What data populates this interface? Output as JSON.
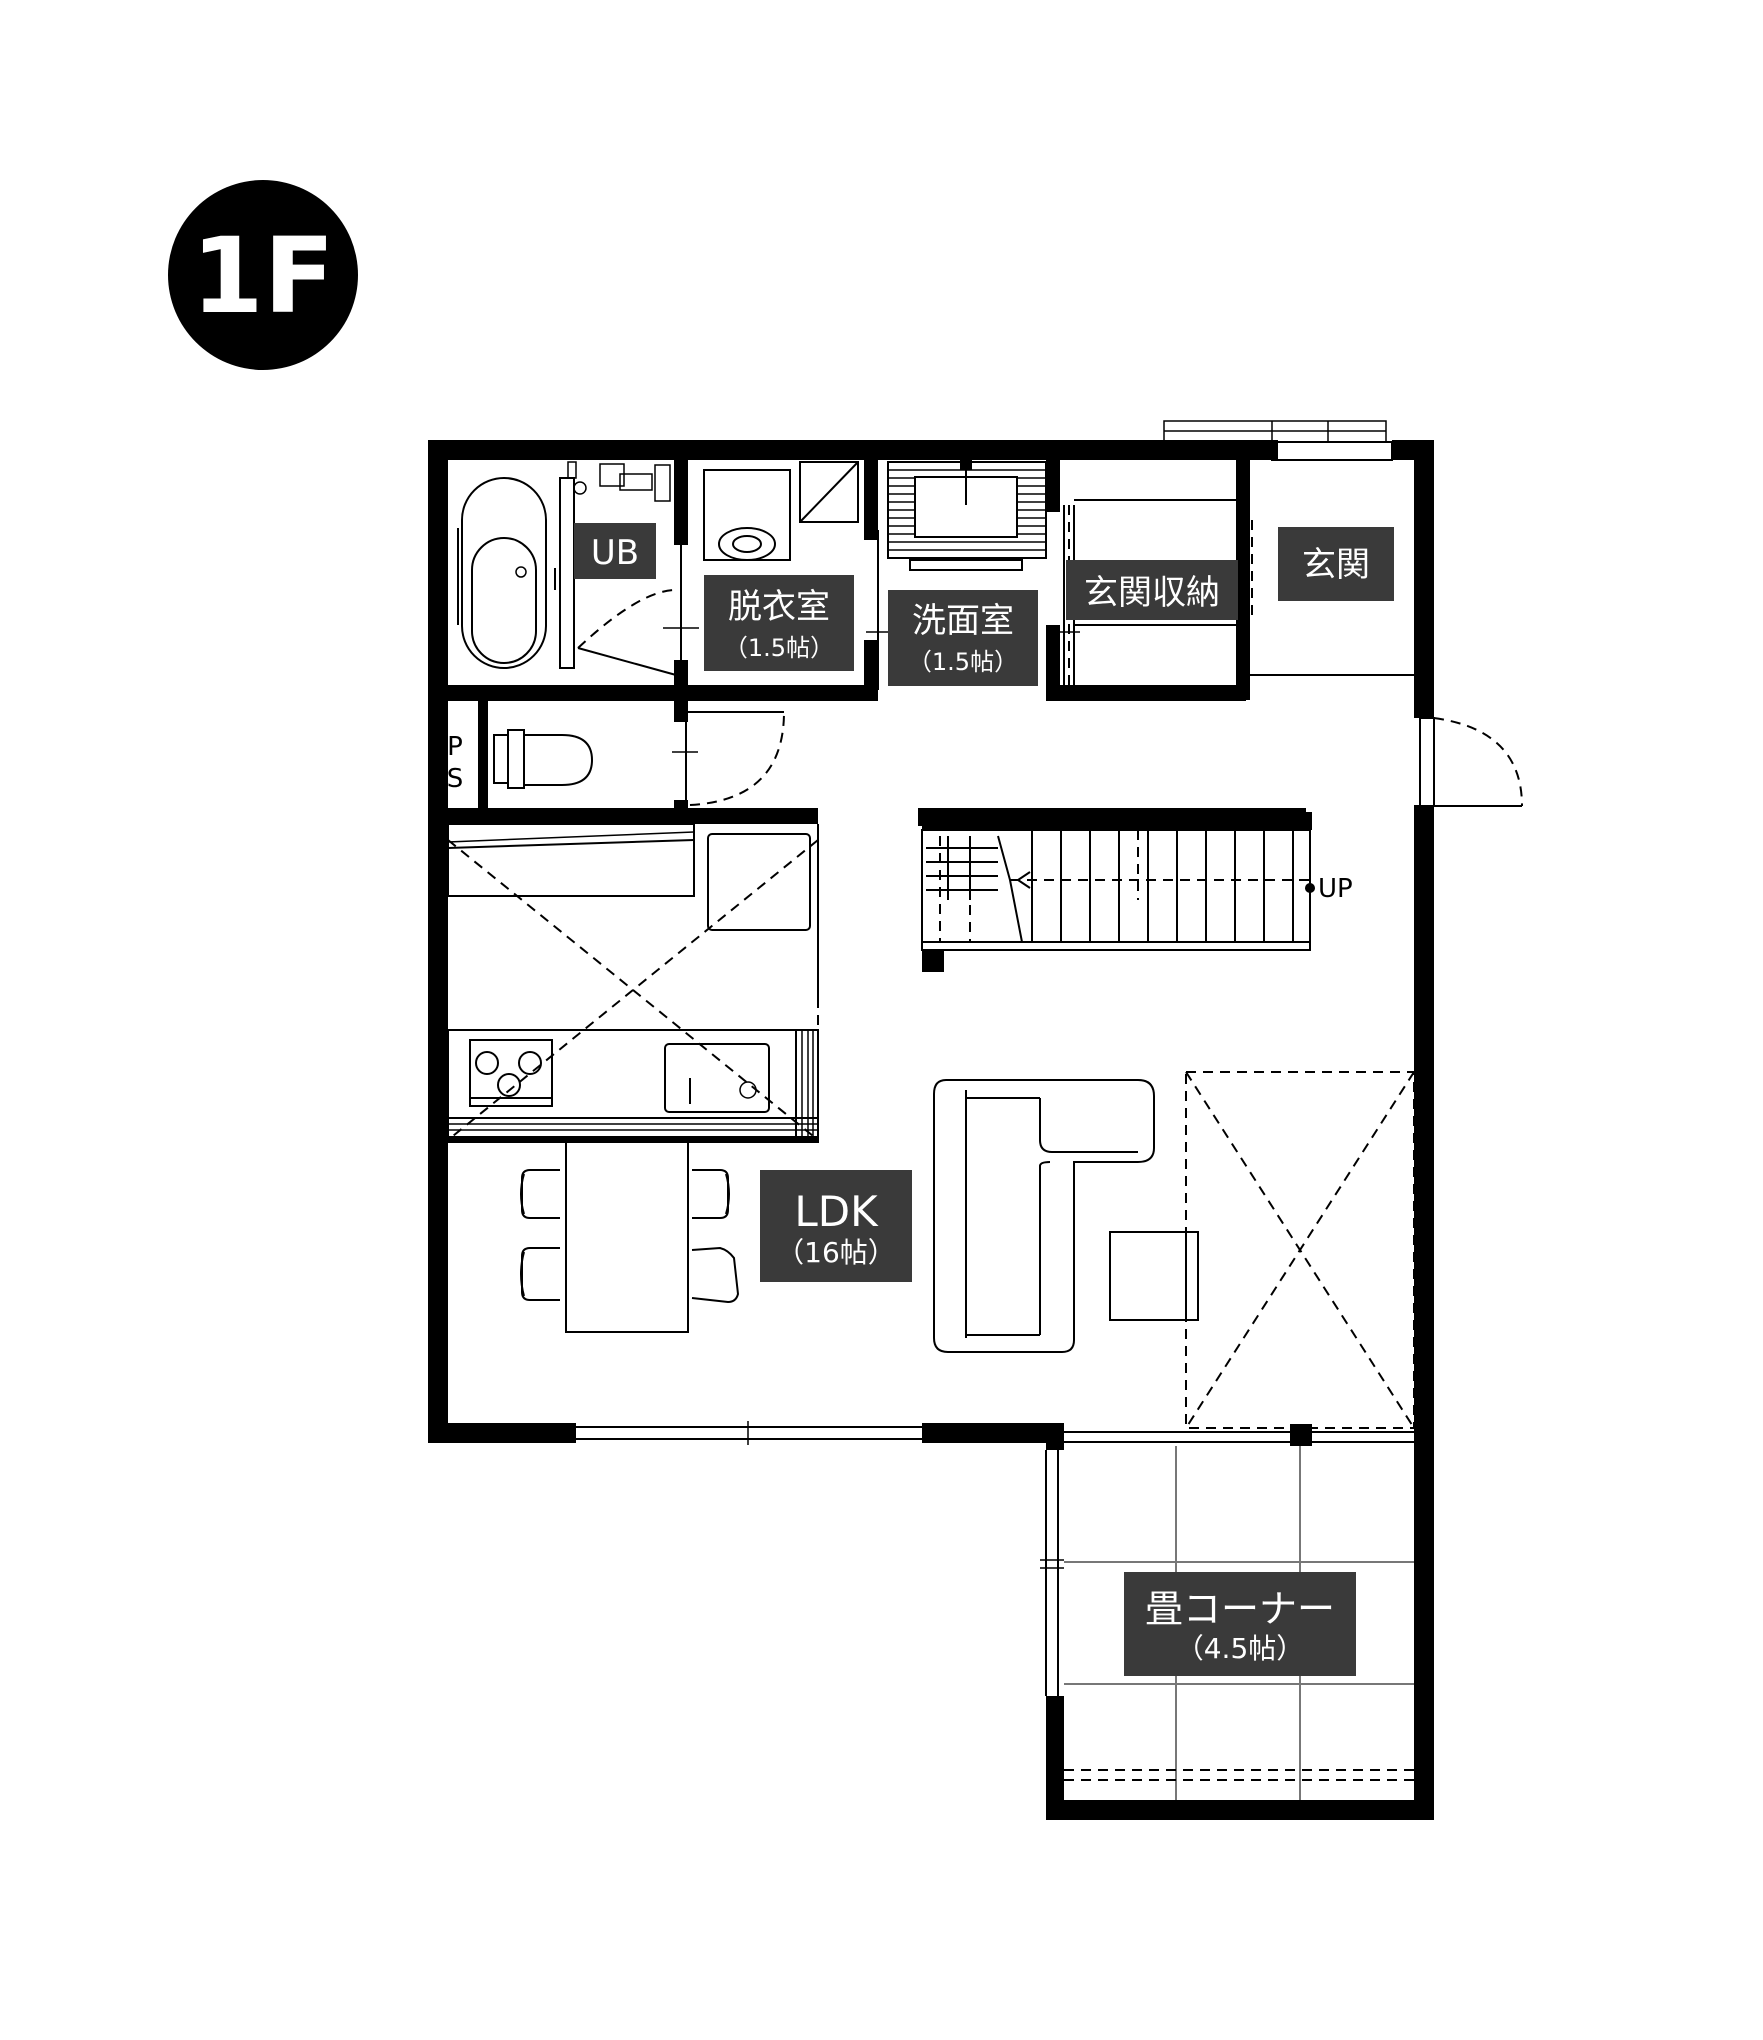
{
  "floor_label": "1F",
  "rooms": {
    "ub": {
      "name": "UB"
    },
    "datsui": {
      "name": "脱衣室",
      "size": "（1.5帖）"
    },
    "senmen": {
      "name": "洗面室",
      "size": "（1.5帖）"
    },
    "genkan_shuno": {
      "name": "玄関収納"
    },
    "genkan": {
      "name": "玄関"
    },
    "ldk": {
      "name": "LDK",
      "size": "（16帖）"
    },
    "tatami": {
      "name": "畳コーナー",
      "size": "（4.5帖）"
    }
  },
  "stairs_label": "UP",
  "ps_label": {
    "p": "P",
    "s": "S"
  }
}
